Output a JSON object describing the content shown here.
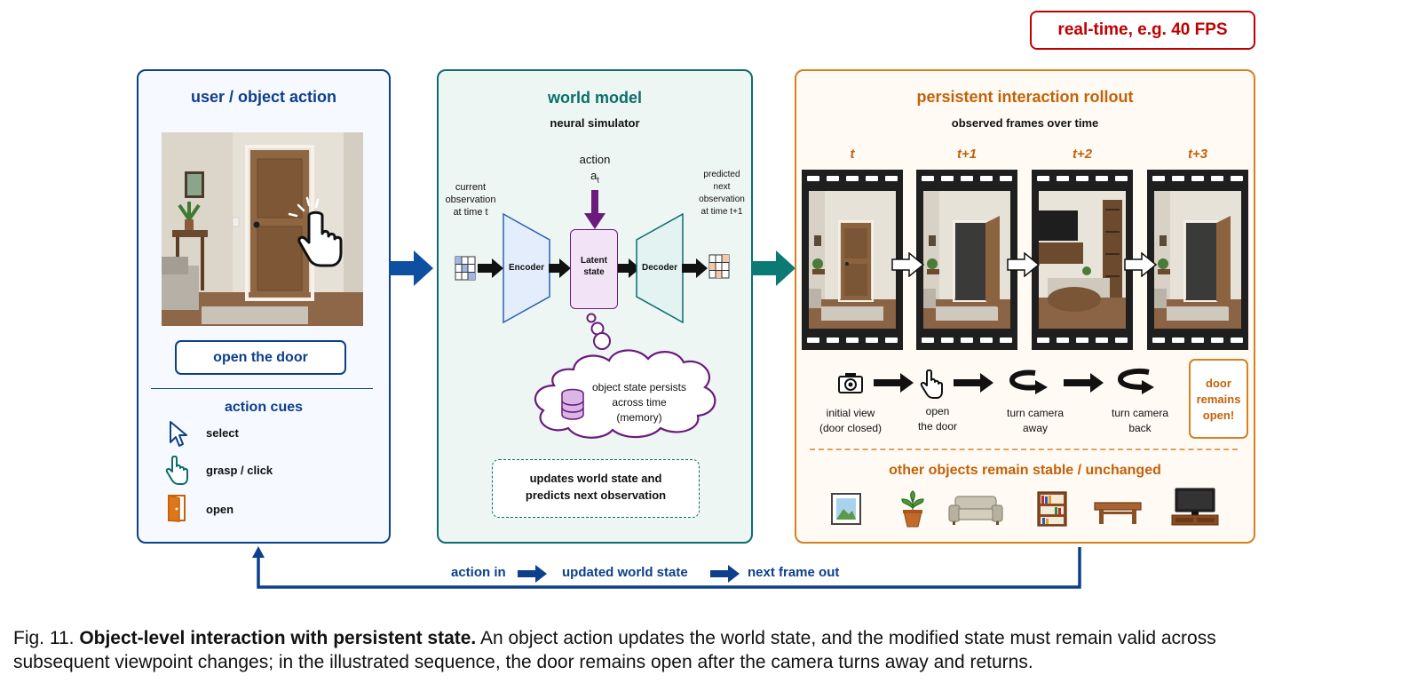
{
  "badge": "real-time, e.g. 40 FPS",
  "left": {
    "title": "user / object action",
    "action_button": "open the door",
    "cues_title": "action cues",
    "cues": [
      {
        "icon": "cursor-arrow-icon",
        "label": "select"
      },
      {
        "icon": "hand-pointer-icon",
        "label": "grasp / click"
      },
      {
        "icon": "open-door-icon",
        "label": "open"
      }
    ]
  },
  "middle": {
    "title": "world model",
    "subtitle": "neural simulator",
    "action_label": "action",
    "action_symbol": "a",
    "action_sub": "t",
    "current_obs": [
      "current",
      "observation",
      "at time t"
    ],
    "predicted_obs": [
      "predicted",
      "next",
      "observation",
      "at time t+1"
    ],
    "encoder": "Encoder",
    "latent": [
      "Latent",
      "state"
    ],
    "decoder": "Decoder",
    "memory": [
      "object state persists",
      "across time",
      "(memory)"
    ],
    "update_box": [
      "updates world state and",
      "predicts next observation"
    ]
  },
  "right": {
    "title": "persistent interaction rollout",
    "subtitle": "observed frames over time",
    "frame_labels": [
      "t",
      "t+1",
      "t+2",
      "t+3"
    ],
    "steps": [
      {
        "icon": "camera-icon",
        "label": [
          "initial view",
          "(door closed)"
        ]
      },
      {
        "icon": "hand-icon",
        "label": [
          "open",
          "the door"
        ]
      },
      {
        "icon": "turn-away-icon",
        "label": [
          "turn camera",
          "away"
        ]
      },
      {
        "icon": "turn-back-icon",
        "label": [
          "turn camera",
          "back"
        ]
      }
    ],
    "door_note": [
      "door",
      "remains",
      "open!"
    ],
    "stable_title": "other objects remain stable / unchanged",
    "stable_icons": [
      "picture-frame-icon",
      "potted-plant-icon",
      "sofa-icon",
      "bookshelf-icon",
      "coffee-table-icon",
      "tv-icon"
    ]
  },
  "loop": {
    "action_in": "action in",
    "updated": "updated world state",
    "next_frame": "next frame out"
  },
  "caption": {
    "prefix": "Fig. 11. ",
    "bold": "Object-level interaction with persistent state.",
    "rest": " An object action updates the world state, and the modified state must remain valid across",
    "line2": "subsequent viewpoint changes; in the illustrated sequence, the door remains open after the camera turns away and returns."
  },
  "colors": {
    "blue": "#0d3f8c",
    "teal": "#0b6e6a",
    "orange": "#c2620a",
    "red": "#c00000",
    "purple": "#6a1b7c"
  }
}
